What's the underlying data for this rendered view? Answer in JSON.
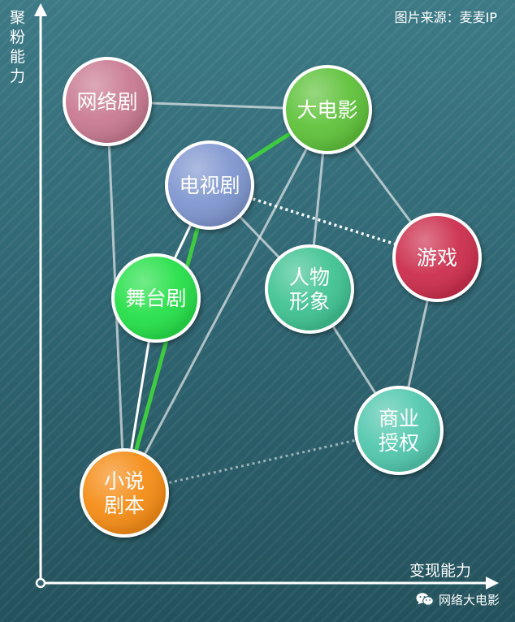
{
  "source": "图片来源：麦麦IP",
  "axes": {
    "y_label": "聚粉能力",
    "x_label": "变现能力"
  },
  "footer": {
    "label": "网络大电影",
    "icon": "wechat-icon"
  },
  "nodes": [
    {
      "id": "wangluoju",
      "lines": [
        "网络剧"
      ],
      "color": "#c97a92"
    },
    {
      "id": "dadianying",
      "lines": [
        "大电影"
      ],
      "color": "#5ec23a"
    },
    {
      "id": "dianshiju",
      "lines": [
        "电视剧"
      ],
      "color": "#7f96cf"
    },
    {
      "id": "youxi",
      "lines": [
        "游戏"
      ],
      "color": "#cc2f4e"
    },
    {
      "id": "wutaiju",
      "lines": [
        "舞台剧"
      ],
      "color": "#27e049"
    },
    {
      "id": "renwu",
      "lines": [
        "人物",
        "形象"
      ],
      "color": "#41c393"
    },
    {
      "id": "shangye",
      "lines": [
        "商业",
        "授权"
      ],
      "color": "#52c8ae"
    },
    {
      "id": "xiaoshuo",
      "lines": [
        "小说",
        "剧本"
      ],
      "color": "#f58c14"
    }
  ],
  "edges": [
    {
      "from": "wangluoju",
      "to": "dadianying",
      "style": "solid"
    },
    {
      "from": "wangluoju",
      "to": "xiaoshuo",
      "style": "solid"
    },
    {
      "from": "dadianying",
      "to": "dianshiju",
      "style": "highlight"
    },
    {
      "from": "dadianying",
      "to": "youxi",
      "style": "solid"
    },
    {
      "from": "dadianying",
      "to": "renwu",
      "style": "solid"
    },
    {
      "from": "dadianying",
      "to": "xiaoshuo",
      "style": "solid"
    },
    {
      "from": "dianshiju",
      "to": "youxi",
      "style": "dotted-bright"
    },
    {
      "from": "dianshiju",
      "to": "renwu",
      "style": "solid"
    },
    {
      "from": "dianshiju",
      "to": "wutaiju",
      "style": "bright"
    },
    {
      "from": "dianshiju",
      "to": "xiaoshuo",
      "style": "highlight"
    },
    {
      "from": "wutaiju",
      "to": "xiaoshuo",
      "style": "bright"
    },
    {
      "from": "youxi",
      "to": "shangye",
      "style": "solid"
    },
    {
      "from": "renwu",
      "to": "shangye",
      "style": "solid"
    },
    {
      "from": "shangye",
      "to": "xiaoshuo",
      "style": "dotted"
    }
  ]
}
